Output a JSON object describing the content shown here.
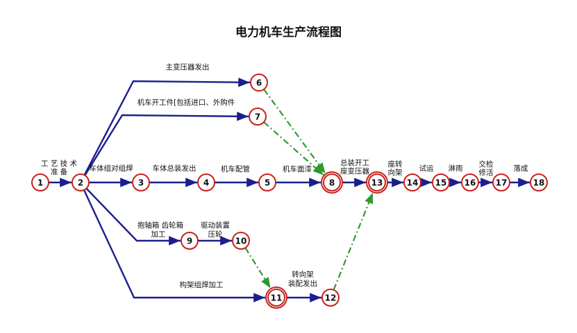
{
  "title": "电力机车生产流程图",
  "colors": {
    "solid": "#1a1f8c",
    "dashed": "#2e9a2e",
    "node": "#c8201a"
  },
  "nodes": [
    {
      "id": "1",
      "label": "1"
    },
    {
      "id": "2",
      "label": "2"
    },
    {
      "id": "3",
      "label": "3"
    },
    {
      "id": "4",
      "label": "4"
    },
    {
      "id": "5",
      "label": "5"
    },
    {
      "id": "6",
      "label": "6"
    },
    {
      "id": "7",
      "label": "7"
    },
    {
      "id": "8",
      "label": "8"
    },
    {
      "id": "9",
      "label": "9"
    },
    {
      "id": "10",
      "label": "10"
    },
    {
      "id": "11",
      "label": "11"
    },
    {
      "id": "12",
      "label": "12"
    },
    {
      "id": "13",
      "label": "13"
    },
    {
      "id": "14",
      "label": "14"
    },
    {
      "id": "15",
      "label": "15"
    },
    {
      "id": "16",
      "label": "16"
    },
    {
      "id": "17",
      "label": "17"
    },
    {
      "id": "18",
      "label": "18"
    }
  ],
  "edges": [
    {
      "from": "1",
      "to": "2",
      "style": "solid",
      "label": [
        "工 艺 技 术",
        "准  备"
      ]
    },
    {
      "from": "2",
      "to": "3",
      "style": "solid",
      "label": [
        "车体组对组焊"
      ]
    },
    {
      "from": "3",
      "to": "4",
      "style": "solid",
      "label": [
        "车体总装发出"
      ]
    },
    {
      "from": "4",
      "to": "5",
      "style": "solid",
      "label": [
        "机车配管"
      ]
    },
    {
      "from": "5",
      "to": "8",
      "style": "solid",
      "label": [
        "机车面漆"
      ]
    },
    {
      "from": "8",
      "to": "13",
      "style": "solid",
      "label": [
        "总装开工",
        "座变压器"
      ]
    },
    {
      "from": "13",
      "to": "14",
      "style": "solid",
      "label": [
        "座转",
        "向架"
      ]
    },
    {
      "from": "14",
      "to": "15",
      "style": "solid",
      "label": [
        "试运"
      ]
    },
    {
      "from": "15",
      "to": "16",
      "style": "solid",
      "label": [
        "淋雨"
      ]
    },
    {
      "from": "16",
      "to": "17",
      "style": "solid",
      "label": [
        "交检",
        "修活"
      ]
    },
    {
      "from": "17",
      "to": "18",
      "style": "solid",
      "label": [
        "落成"
      ]
    },
    {
      "from": "2",
      "to": "6",
      "style": "solid",
      "label": [
        "主变压器发出"
      ]
    },
    {
      "from": "2",
      "to": "7",
      "style": "solid",
      "label": [
        "机车开工件[包括进口、外购件"
      ]
    },
    {
      "from": "2",
      "to": "9",
      "style": "solid",
      "label": [
        "抱轴箱  齿轮箱",
        "加工"
      ]
    },
    {
      "from": "9",
      "to": "10",
      "style": "solid",
      "label": [
        "驱动装置",
        "压轮"
      ]
    },
    {
      "from": "2",
      "to": "11",
      "style": "solid",
      "label": [
        "构架组焊加工"
      ]
    },
    {
      "from": "11",
      "to": "12",
      "style": "solid",
      "label": [
        "转向架",
        "装配发出"
      ]
    },
    {
      "from": "6",
      "to": "8",
      "style": "dashed",
      "label": []
    },
    {
      "from": "7",
      "to": "8",
      "style": "dashed",
      "label": []
    },
    {
      "from": "10",
      "to": "11",
      "style": "dashed",
      "label": []
    },
    {
      "from": "12",
      "to": "13",
      "style": "dashed",
      "label": []
    }
  ]
}
